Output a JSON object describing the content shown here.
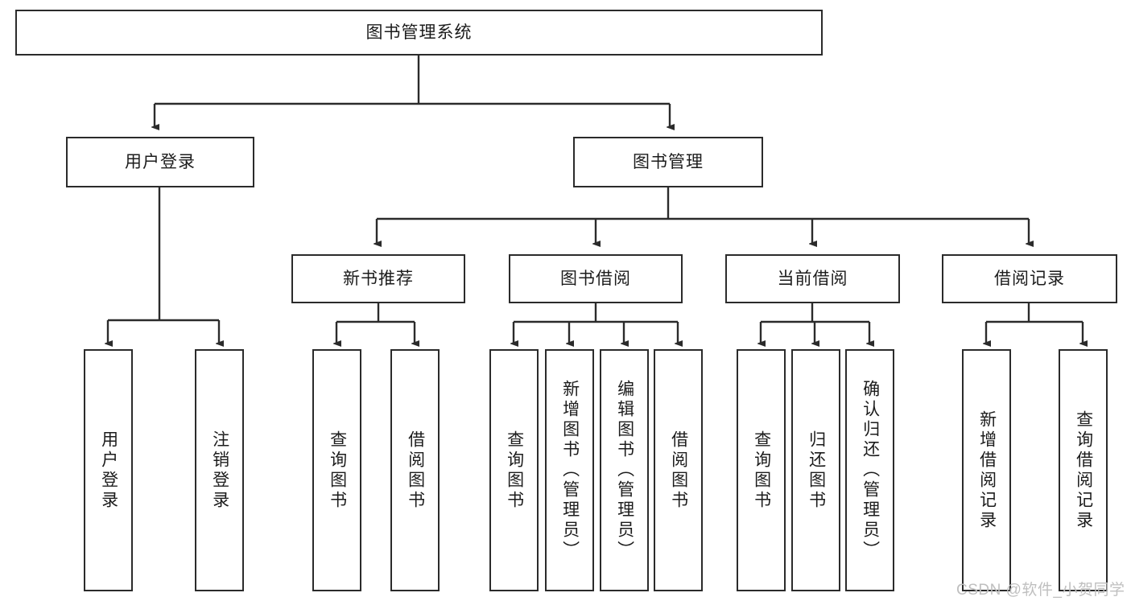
{
  "diagram": {
    "title": "图书管理系统",
    "type": "hierarchy-tree",
    "root": {
      "label": "图书管理系统"
    },
    "level2": [
      {
        "label": "用户登录"
      },
      {
        "label": "图书管理"
      }
    ],
    "level3": [
      {
        "label": "新书推荐"
      },
      {
        "label": "图书借阅"
      },
      {
        "label": "当前借阅"
      },
      {
        "label": "借阅记录"
      }
    ],
    "leaves": {
      "user_login": [
        {
          "label": "用户登录"
        },
        {
          "label": "注销登录"
        }
      ],
      "new_book_recommend": [
        {
          "label": "查询图书"
        },
        {
          "label": "借阅图书"
        }
      ],
      "book_borrow": [
        {
          "label": "查询图书"
        },
        {
          "label": "新增图书（管理员）"
        },
        {
          "label": "编辑图书（管理员）"
        },
        {
          "label": "借阅图书"
        }
      ],
      "current_borrow": [
        {
          "label": "查询图书"
        },
        {
          "label": "归还图书"
        },
        {
          "label": "确认归还（管理员）"
        }
      ],
      "borrow_record": [
        {
          "label": "新增借阅记录"
        },
        {
          "label": "查询借阅记录"
        }
      ]
    },
    "watermark": "CSDN @软件_小贺同学",
    "colors": {
      "stroke": "#2b2b2b",
      "background": "#ffffff",
      "text": "#1c1c1c",
      "watermark": "#bfbfbf"
    }
  }
}
